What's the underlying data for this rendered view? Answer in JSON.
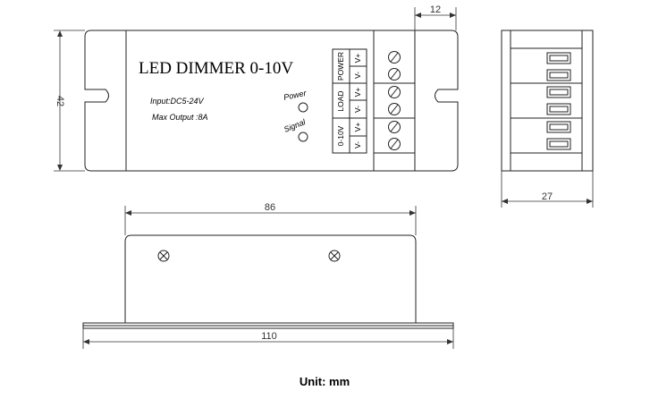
{
  "labels": {
    "title": "LED DIMMER 0-10V",
    "input_spec": "Input:DC5-24V",
    "output_spec": "Max Output :8A",
    "power_led": "Power",
    "signal_led": "Signal",
    "group_power": "POWER",
    "group_load": "LOAD",
    "group_control": "0-10V",
    "pin_v_plus": "V+",
    "pin_v_minus": "V-",
    "unit_note": "Unit: mm"
  },
  "dimensions": {
    "height": "42",
    "terminal_depth": "12",
    "side_depth": "27",
    "body_length": "86",
    "overall_length": "110"
  }
}
